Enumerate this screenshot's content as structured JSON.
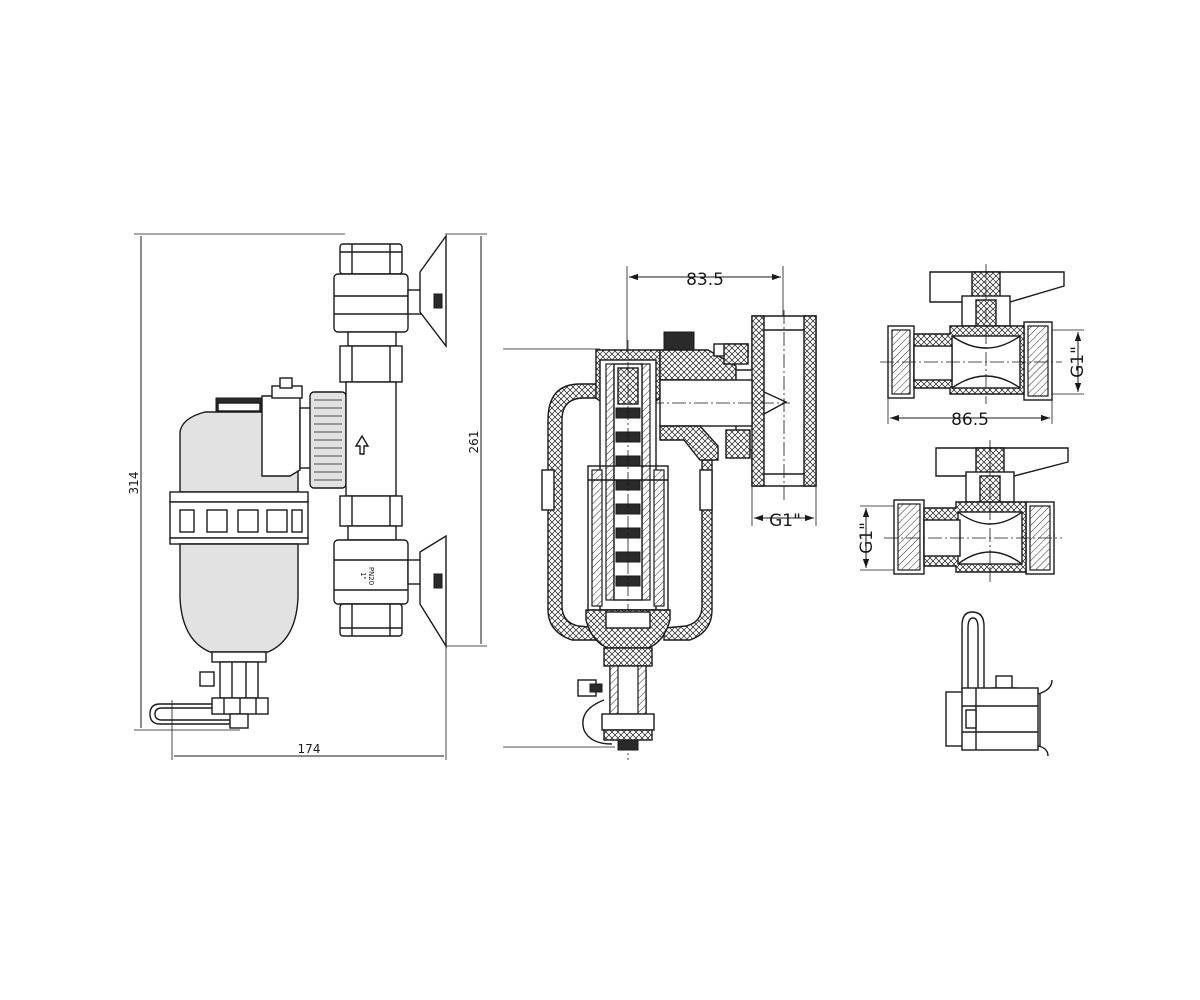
{
  "dimensions": {
    "overall_height": "314",
    "body_height": "261",
    "overall_width": "174",
    "inlet_offset": "83.5",
    "thread_tee": "G1\"",
    "valve_length": "86.5",
    "thread_valve_top": "G1\"",
    "thread_valve_bottom": "G1\""
  },
  "valve_marking": {
    "pressure": "PN20",
    "size": "1\""
  }
}
